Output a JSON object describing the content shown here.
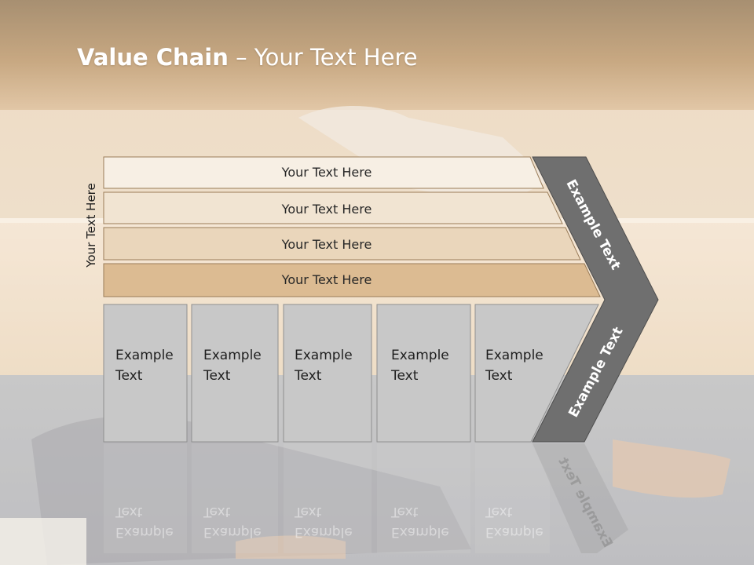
{
  "title": {
    "bold": "Value Chain",
    "rest": " – Your Text Here"
  },
  "side_label": "Your Text Here",
  "rows": [
    {
      "label": "Your Text Here",
      "color": "#f7efe4"
    },
    {
      "label": "Your Text Here",
      "color": "#f1e4d2"
    },
    {
      "label": "Your Text Here",
      "color": "#ead6bb"
    },
    {
      "label": "Your Text Here",
      "color": "#dcbb92"
    }
  ],
  "boxes": [
    {
      "line1": "Example",
      "line2": "Text"
    },
    {
      "line1": "Example",
      "line2": "Text"
    },
    {
      "line1": "Example",
      "line2": "Text"
    },
    {
      "line1": "Example",
      "line2": "Text"
    },
    {
      "line1": "Example",
      "line2": "Text"
    }
  ],
  "chevron": {
    "upper": "Example Text",
    "lower": "Example Text",
    "color": "#6f6f6f"
  },
  "colors": {
    "header": "#a57e4f",
    "box": "#c8c8c8"
  }
}
